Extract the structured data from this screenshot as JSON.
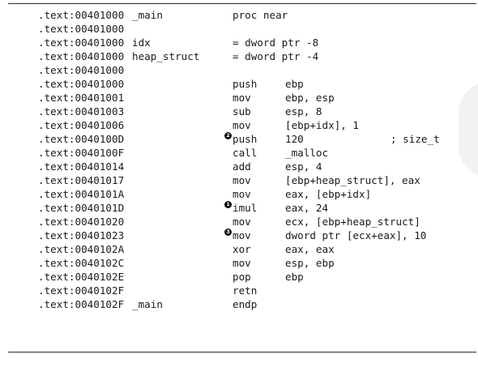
{
  "listing": [
    {
      "addr": ".text:00401000",
      "label": "_main",
      "mnemonic": "proc near",
      "operands": "",
      "comment": "",
      "marker": ""
    },
    {
      "addr": ".text:00401000",
      "label": "",
      "mnemonic": "",
      "operands": "",
      "comment": "",
      "marker": ""
    },
    {
      "addr": ".text:00401000",
      "label": "idx",
      "mnemonic": "= dword ptr -8",
      "operands": "",
      "comment": "",
      "marker": ""
    },
    {
      "addr": ".text:00401000",
      "label": "heap_struct",
      "mnemonic": "= dword ptr -4",
      "operands": "",
      "comment": "",
      "marker": ""
    },
    {
      "addr": ".text:00401000",
      "label": "",
      "mnemonic": "",
      "operands": "",
      "comment": "",
      "marker": ""
    },
    {
      "addr": ".text:00401000",
      "label": "",
      "mnemonic": "push",
      "operands": "ebp",
      "comment": "",
      "marker": ""
    },
    {
      "addr": ".text:00401001",
      "label": "",
      "mnemonic": "mov",
      "operands": "ebp, esp",
      "comment": "",
      "marker": ""
    },
    {
      "addr": ".text:00401003",
      "label": "",
      "mnemonic": "sub",
      "operands": "esp, 8",
      "comment": "",
      "marker": ""
    },
    {
      "addr": ".text:00401006",
      "label": "",
      "mnemonic": "mov",
      "operands": "[ebp+idx], 1",
      "comment": "",
      "marker": ""
    },
    {
      "addr": ".text:0040100D",
      "label": "",
      "mnemonic": "push",
      "operands": "120",
      "comment": "; size_t",
      "marker": "2"
    },
    {
      "addr": ".text:0040100F",
      "label": "",
      "mnemonic": "call",
      "operands": "_malloc",
      "comment": "",
      "marker": ""
    },
    {
      "addr": ".text:00401014",
      "label": "",
      "mnemonic": "add",
      "operands": "esp, 4",
      "comment": "",
      "marker": ""
    },
    {
      "addr": ".text:00401017",
      "label": "",
      "mnemonic": "mov",
      "operands": "[ebp+heap_struct], eax",
      "comment": "",
      "marker": ""
    },
    {
      "addr": ".text:0040101A",
      "label": "",
      "mnemonic": "mov",
      "operands": "eax, [ebp+idx]",
      "comment": "",
      "marker": ""
    },
    {
      "addr": ".text:0040101D",
      "label": "",
      "mnemonic": "imul",
      "operands": "eax, 24",
      "comment": "",
      "marker": "1"
    },
    {
      "addr": ".text:00401020",
      "label": "",
      "mnemonic": "mov",
      "operands": "ecx, [ebp+heap_struct]",
      "comment": "",
      "marker": ""
    },
    {
      "addr": ".text:00401023",
      "label": "",
      "mnemonic": "mov",
      "operands": "dword ptr [ecx+eax], 10",
      "comment": "",
      "marker": "3"
    },
    {
      "addr": ".text:0040102A",
      "label": "",
      "mnemonic": "xor",
      "operands": "eax, eax",
      "comment": "",
      "marker": ""
    },
    {
      "addr": ".text:0040102C",
      "label": "",
      "mnemonic": "mov",
      "operands": "esp, ebp",
      "comment": "",
      "marker": ""
    },
    {
      "addr": ".text:0040102E",
      "label": "",
      "mnemonic": "pop",
      "operands": "ebp",
      "comment": "",
      "marker": ""
    },
    {
      "addr": ".text:0040102F",
      "label": "",
      "mnemonic": "retn",
      "operands": "",
      "comment": "",
      "marker": ""
    },
    {
      "addr": ".text:0040102F",
      "label": "_main",
      "mnemonic": "endp",
      "operands": "",
      "comment": "",
      "marker": ""
    }
  ]
}
